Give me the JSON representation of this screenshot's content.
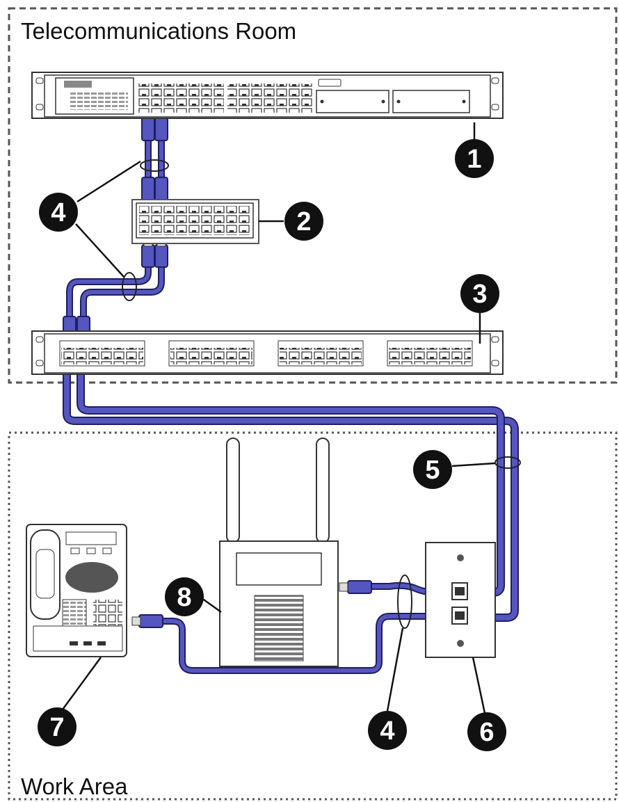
{
  "zones": {
    "telecom_room": {
      "title": "Telecommunications Room"
    },
    "work_area": {
      "title": "Work Area"
    }
  },
  "callouts": [
    {
      "id": "switch",
      "label": "1"
    },
    {
      "id": "patch-panel-small",
      "label": "2"
    },
    {
      "id": "patch-panel-rack",
      "label": "3"
    },
    {
      "id": "patch-cord-upper",
      "label": "4"
    },
    {
      "id": "horizontal-cable",
      "label": "5"
    },
    {
      "id": "wall-outlet",
      "label": "6"
    },
    {
      "id": "ip-phone",
      "label": "7"
    },
    {
      "id": "wireless-access-point",
      "label": "8"
    },
    {
      "id": "patch-cord-lower",
      "label": "4"
    }
  ],
  "colors": {
    "cable": "#4b4bb4",
    "cable_outline": "#1e1e60",
    "callout_fill": "#111111",
    "device_stroke": "#333333",
    "zone_border": "#555555"
  },
  "icons": [
    "network-switch-icon",
    "patch-panel-icon",
    "wall-plate-icon",
    "ip-phone-icon",
    "access-point-icon",
    "rj45-plug-icon"
  ]
}
